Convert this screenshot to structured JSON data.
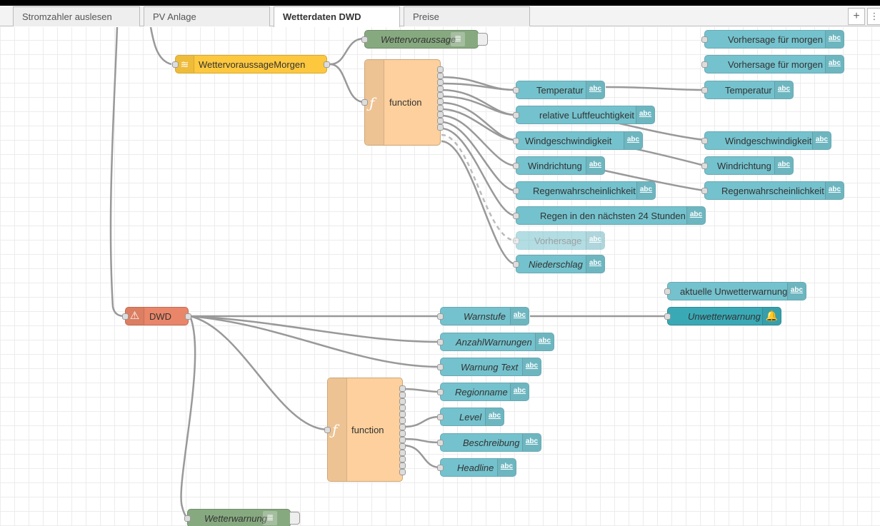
{
  "tabs": [
    {
      "label": "Stromzahler auslesen",
      "active": false
    },
    {
      "label": "PV Anlage",
      "active": false
    },
    {
      "label": "Wetterdaten DWD",
      "active": true
    },
    {
      "label": "Preise",
      "active": false
    }
  ],
  "tab_buttons": {
    "add": "+",
    "menu": "⋮"
  },
  "nodes": {
    "subscriber": "WettervoraussageMorgen",
    "debug_forecast": "Wettervoraussage",
    "function1": "function",
    "function2": "function",
    "dwd": "DWD",
    "debug_warning": "Wetterwarnung",
    "abc": "abc",
    "outputs_f1": [
      "Temperatur",
      "relative Luftfeuchtigkeit",
      "Windgeschwindigkeit",
      "Windrichtung",
      "Regenwahrscheinlichkeit",
      "Regen in den nächsten 24 Stunden",
      "Vorhersage",
      "Niederschlag"
    ],
    "right_col": [
      "Vorhersage für morgen",
      "Vorhersage für morgen",
      "Temperatur",
      "Windgeschwindigkeit",
      "Windrichtung",
      "Regenwahrscheinlichkeit"
    ],
    "dwd_outputs": [
      "Warnstufe",
      "AnzahlWarnungen",
      "Warnung Text"
    ],
    "warning_right": [
      "aktuelle Unwetterwarnung",
      "Unwetterwarnung"
    ],
    "f2_outputs": [
      "Regionname",
      "Level",
      "Beschreibung",
      "Headline"
    ]
  },
  "colors": {
    "ui": "#74c2cd",
    "function": "#fdd09d",
    "debug": "#87a980",
    "subscriber": "#fdc83e",
    "dwd": "#e98669",
    "notify": "#3aa9b6"
  }
}
